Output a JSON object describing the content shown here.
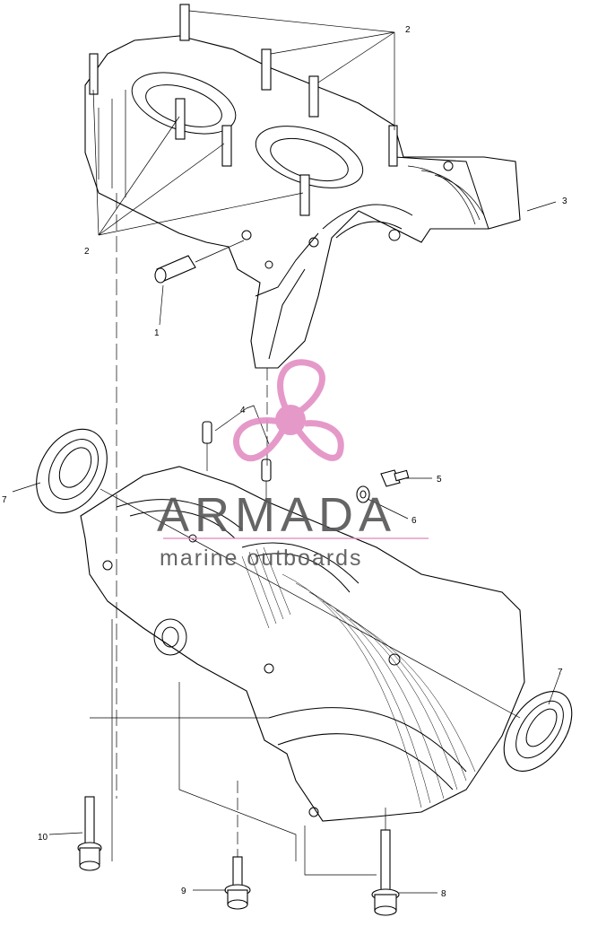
{
  "callouts": [
    {
      "id": "c2a",
      "text": "2"
    },
    {
      "id": "c2b",
      "text": "2"
    },
    {
      "id": "c3",
      "text": "3"
    },
    {
      "id": "c1",
      "text": "1"
    },
    {
      "id": "c4",
      "text": "4"
    },
    {
      "id": "c5",
      "text": "5"
    },
    {
      "id": "c6",
      "text": "6"
    },
    {
      "id": "c7a",
      "text": "7"
    },
    {
      "id": "c7b",
      "text": "7"
    },
    {
      "id": "c8",
      "text": "8"
    },
    {
      "id": "c9",
      "text": "9"
    },
    {
      "id": "c10",
      "text": "10"
    }
  ],
  "watermark": {
    "brand": "ARMADA",
    "tagline": "marine outboards",
    "logo_color": "#e38ec4",
    "text_color": "#555555"
  }
}
